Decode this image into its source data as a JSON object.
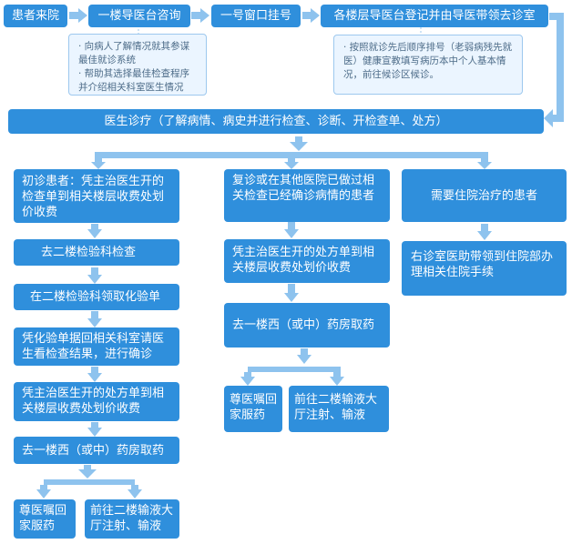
{
  "top_flow": {
    "patient_arrive": "患者来院",
    "guide_desk": "一楼导医台咨询",
    "register": "一号窗口挂号",
    "floor_guide": "各楼层导医台登记并由导医带领去诊室"
  },
  "notes": {
    "guide_desk": [
      "· 向病人了解情况就其参谋最佳就诊系统",
      "· 帮助其选择最佳检查程序并介绍相关科室医生情况"
    ],
    "floor_guide": [
      "· 按照就诊先后顺序排号（老弱病残先就医）健康宣教填写病历本中个人基本情况，前往候诊区候诊。"
    ]
  },
  "consult": "医生诊疗（了解病情、病史并进行检查、诊断、开检查单、处方）",
  "left_branch": {
    "first_visit": "初诊患者：凭主治医生开的检查单到相关楼层收费处划价收费",
    "lab_check": "去二楼检验科检查",
    "get_report": "在二楼检验科领取化验单",
    "back_to_doctor": "凭化验单据回相关科室请医生看检查结果，进行确诊",
    "prescription_pay": "凭主治医生开的处方单到相关楼层收费处划价收费",
    "pharmacy": "去一楼西（或中）药房取药",
    "home_med": "尊医嘱回家服药",
    "infusion": "前往二楼输液大厅注射、输液"
  },
  "mid_branch": {
    "revisit": "复诊或在其他医院已做过相关检查已经确诊病情的患者",
    "prescription_pay": "凭主治医生开的处方单到相关楼层收费处划价收费",
    "pharmacy": "去一楼西（或中）药房取药",
    "home_med": "尊医嘱回家服药",
    "infusion": "前往二楼输液大厅注射、输液"
  },
  "right_branch": {
    "inpatient": "需要住院治疗的患者",
    "admission": "右诊室医助带领到住院部办理相关住院手续"
  },
  "colors": {
    "box": "#2f8fdc",
    "connector": "#8ec3ee",
    "note_bg": "#ebf5ff",
    "note_text": "#4d6c88"
  }
}
